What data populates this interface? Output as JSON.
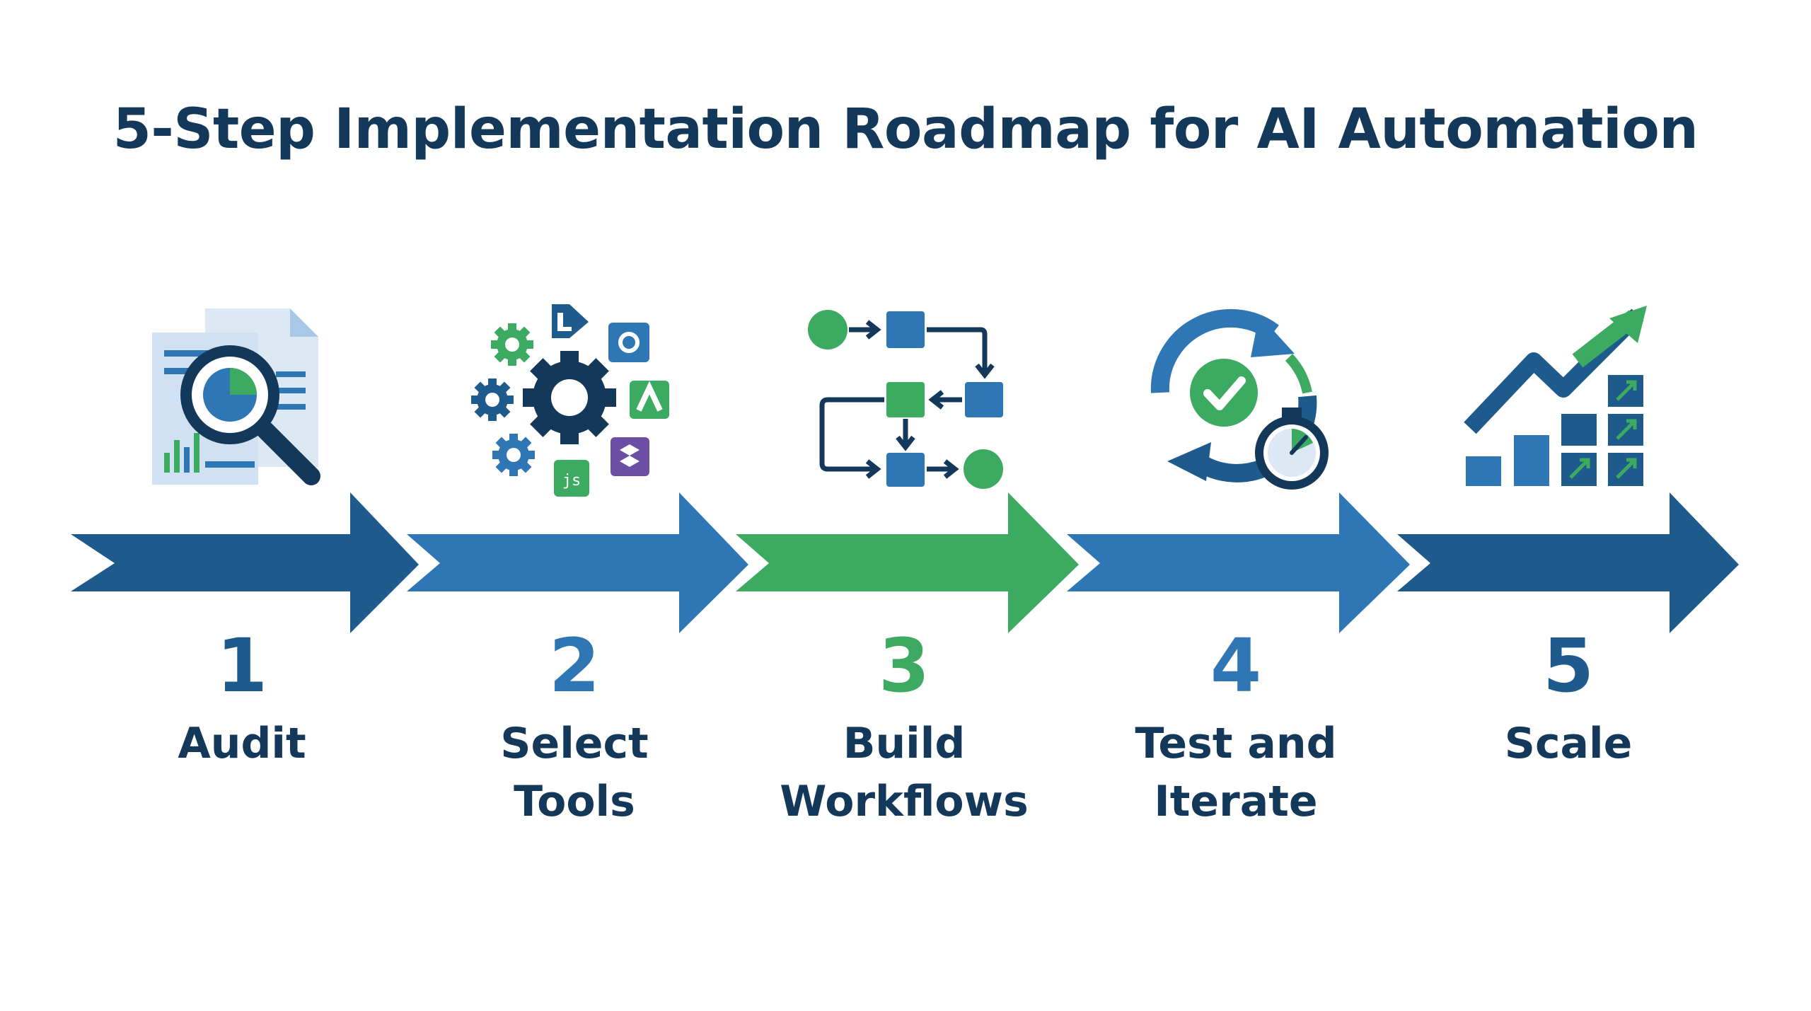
{
  "title": "5-Step Implementation Roadmap for AI Automation",
  "colors": {
    "navy": "#13385a",
    "dark_blue": "#1e5a8c",
    "blue": "#2e76b4",
    "green": "#3daa61",
    "light_blue": "#dce9f5"
  },
  "steps": [
    {
      "number": "1",
      "label": "Audit",
      "icon": "document-magnifier-icon",
      "arrow_color": "#1e5a8c",
      "number_color": "#1e5a8c"
    },
    {
      "number": "2",
      "label": "Select\nTools",
      "icon": "gears-and-app-tools-icon",
      "arrow_color": "#2e76b4",
      "number_color": "#2e76b4"
    },
    {
      "number": "3",
      "label": "Build\nWorkflows",
      "icon": "workflow-flowchart-icon",
      "arrow_color": "#3daa61",
      "number_color": "#3daa61"
    },
    {
      "number": "4",
      "label": "Test and\nIterate",
      "icon": "cycle-check-stopwatch-icon",
      "arrow_color": "#2e76b4",
      "number_color": "#2e76b4"
    },
    {
      "number": "5",
      "label": "Scale",
      "icon": "growth-chart-icon",
      "arrow_color": "#1e5a8c",
      "number_color": "#1e5a8c"
    }
  ]
}
